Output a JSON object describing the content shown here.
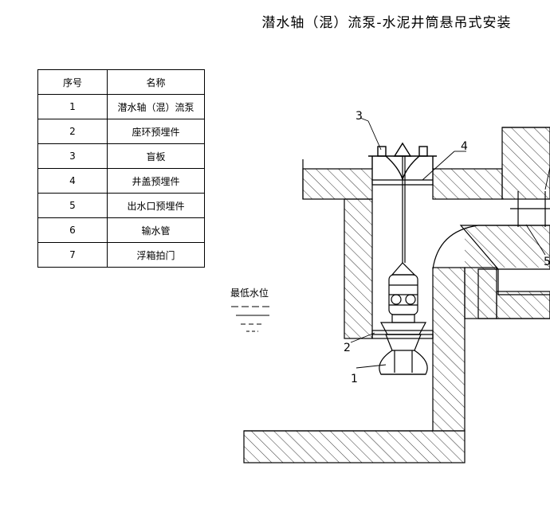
{
  "title": "潜水轴（混）流泵-水泥井筒悬吊式安装",
  "table": {
    "headers": [
      "序号",
      "名称"
    ],
    "rows": [
      {
        "no": "1",
        "name": "潜水轴（混）流泵"
      },
      {
        "no": "2",
        "name": "座环预埋件"
      },
      {
        "no": "3",
        "name": "盲板"
      },
      {
        "no": "4",
        "name": "井盖预埋件"
      },
      {
        "no": "5",
        "name": "出水口预埋件"
      },
      {
        "no": "6",
        "name": "输水管"
      },
      {
        "no": "7",
        "name": "浮箱拍门"
      }
    ]
  },
  "water_level_label": "最低水位",
  "callouts": [
    "1",
    "2",
    "3",
    "4",
    "5"
  ]
}
